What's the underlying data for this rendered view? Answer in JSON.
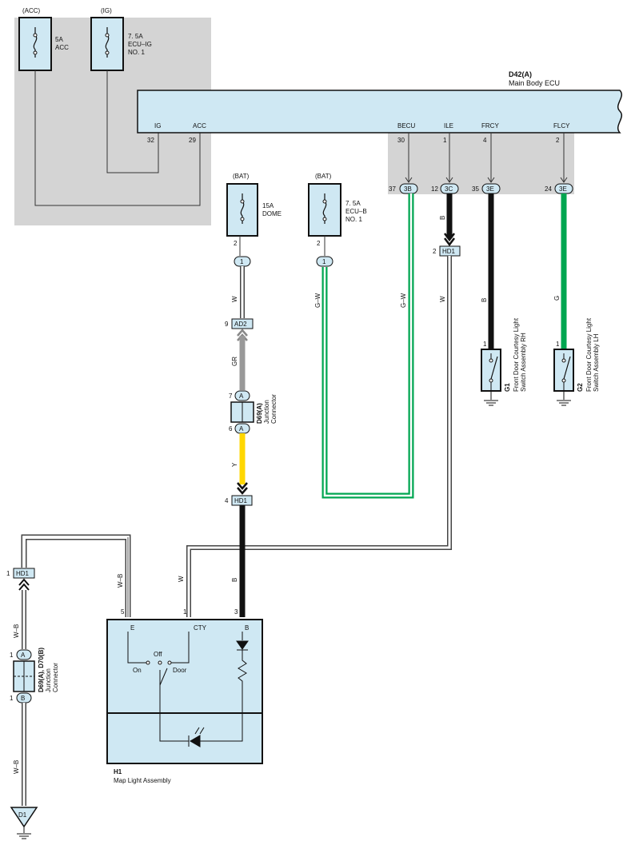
{
  "fuses": [
    {
      "source": "(ACC)",
      "rating": "5A",
      "name": "ACC"
    },
    {
      "source": "(IG)",
      "rating": "7. 5A",
      "name": "ECU–IG",
      "name2": "NO. 1"
    },
    {
      "source": "(BAT)",
      "rating": "15A",
      "name": "DOME",
      "pin": "2",
      "conn": "1"
    },
    {
      "source": "(BAT)",
      "rating": "7. 5A",
      "name": "ECU–B",
      "name2": "NO. 1",
      "pin": "2",
      "conn": "1"
    }
  ],
  "ecu": {
    "code": "D42(A)",
    "name": "Main Body ECU",
    "pins": [
      {
        "label": "IG",
        "num": "32"
      },
      {
        "label": "ACC",
        "num": "29"
      },
      {
        "label": "BECU",
        "num": "30",
        "out_pin": "37",
        "out_conn": "3B"
      },
      {
        "label": "ILE",
        "num": "1",
        "out_pin": "12",
        "out_conn": "3C"
      },
      {
        "label": "FRCY",
        "num": "4",
        "out_pin": "35",
        "out_conn": "3E"
      },
      {
        "label": "FLCY",
        "num": "2",
        "out_pin": "24",
        "out_conn": "3E"
      }
    ]
  },
  "wires": {
    "w_dome": "W",
    "gr": "GR",
    "y": "Y",
    "b_main": "B",
    "gw_left": "G–W",
    "gw_right": "G–W",
    "b_ile": "B",
    "w_ile": "W",
    "b_g1": "B",
    "g_g2": "G",
    "wb_top": "W–B",
    "w_h1": "W",
    "wb_left1": "W–B",
    "wb_left2": "W–B"
  },
  "colors": {
    "green": "#00a651",
    "yellow": "#ffd700",
    "black": "#111111",
    "gray": "#999999",
    "panel": "#cfe8f3",
    "shade": "#d4d4d4"
  },
  "connectors": {
    "ad2": {
      "pin": "9",
      "label": "AD2"
    },
    "hd1_ile": {
      "pin": "2",
      "label": "HD1"
    },
    "hd1_main": {
      "pin": "4",
      "label": "HD1"
    },
    "hd1_left": {
      "pin": "1",
      "label": "HD1"
    },
    "d1": {
      "label": "D1"
    }
  },
  "junction_right": {
    "code": "D69(A)",
    "name1": "Junction",
    "name2": "Connector",
    "pin_top": "7",
    "pin_bottom": "6",
    "conn": "A"
  },
  "junction_left": {
    "code": "D69(A), D70(B)",
    "name1": "Junction",
    "name2": "Connector",
    "pin_top": "1",
    "pin_bottom": "1",
    "conn_top": "A",
    "conn_bottom": "B"
  },
  "switches": [
    {
      "code": "G1",
      "line1": "Front Door Courtesy Light",
      "line2": "Switch Assembly RH",
      "pin": "1"
    },
    {
      "code": "G2",
      "line1": "Front Door Courtesy Light",
      "line2": "Switch Assembly LH",
      "pin": "1"
    }
  ],
  "map_light": {
    "code": "H1",
    "name": "Map Light Assembly",
    "term_e": "E",
    "term_cty": "CTY",
    "term_b": "B",
    "pin_e": "5",
    "pin_cty": "1",
    "pin_b": "3",
    "sw_on": "On",
    "sw_off": "Off",
    "sw_door": "Door"
  }
}
